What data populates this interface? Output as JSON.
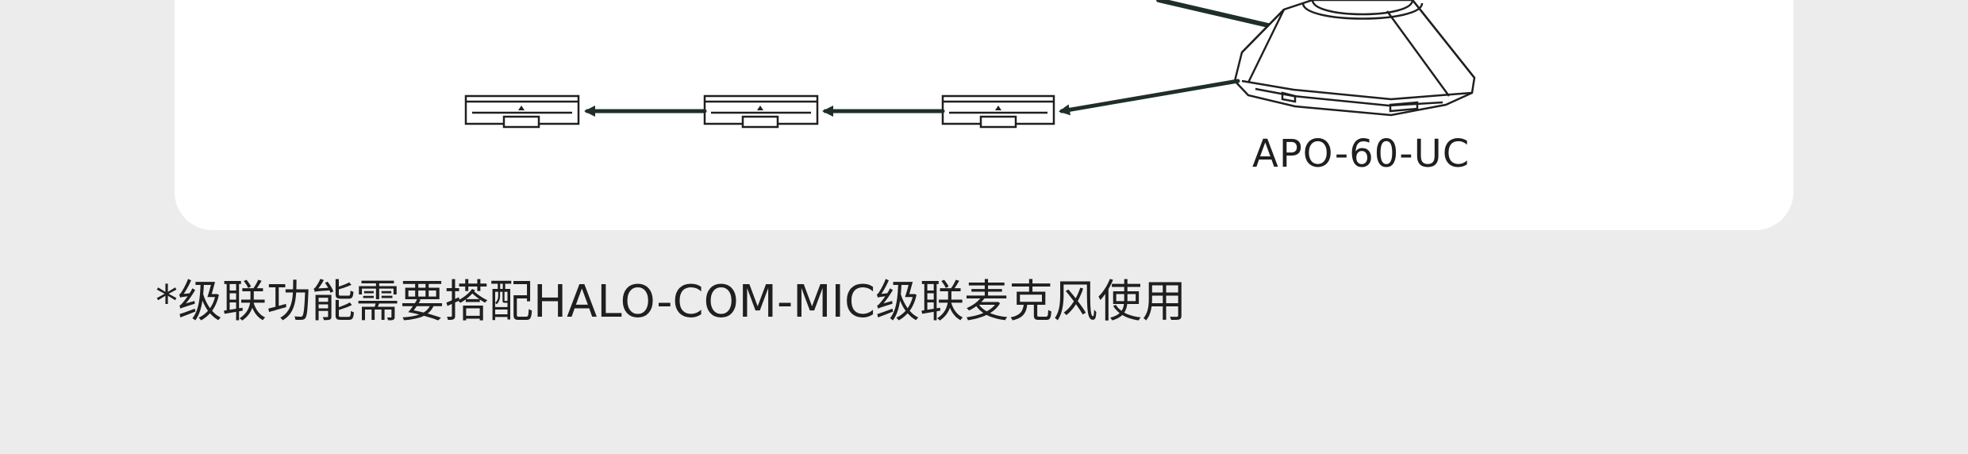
{
  "diagram": {
    "main_device_label": "APO-60-UC",
    "cascade_mic_count": 3
  },
  "footnote": {
    "text": "*级联功能需要搭配HALO-COM-MIC级联麦克风使用"
  },
  "colors": {
    "background": "#ececec",
    "card": "#ffffff",
    "line": "#1f2f27",
    "text": "#1f1f1f"
  }
}
